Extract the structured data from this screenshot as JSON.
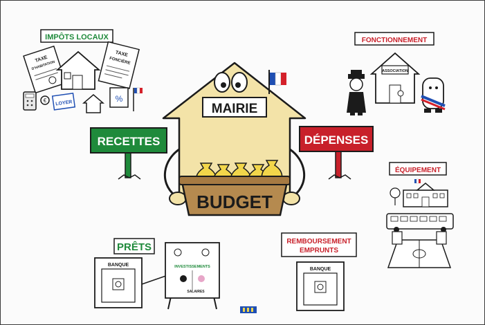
{
  "colors": {
    "green": "#1f8a3b",
    "red": "#c8202a",
    "house": "#f3e3a8",
    "outline": "#1b1b1b",
    "basket": "#b58a4f",
    "bag": "#f2d64a"
  },
  "center": {
    "house_label": "MAIRIE",
    "basket_label": "BUDGET"
  },
  "signs": {
    "left": "RECETTES",
    "right": "DÉPENSES"
  },
  "categories": {
    "impots_locaux": "IMPÔTS LOCAUX",
    "fonctionnement": "FONCTIONNEMENT",
    "equipement": "ÉQUIPEMENT",
    "prets": "PRÊTS",
    "remboursement_line1": "REMBOURSEMENT",
    "remboursement_line2": "EMPRUNTS"
  },
  "small_text": {
    "taxe_habitation_1": "TAXE",
    "taxe_habitation_2": "D'HABITATION",
    "taxe_fonciere_1": "TAXE",
    "taxe_fonciere_2": "FONCIÈRE",
    "loyer": "LOYER",
    "association": "ASSOCIATION",
    "banque_left": "BANQUE",
    "banque_right": "BANQUE",
    "investissements": "INVESTISSEMENTS",
    "salaires": "SALAIRES"
  },
  "icons": [
    "france-flag-icon",
    "house-icon",
    "calculator-icon",
    "money-bag-icon",
    "safe-icon",
    "school-icon",
    "bus-icon",
    "sports-field-icon",
    "policeman-icon",
    "mayor-icon"
  ]
}
